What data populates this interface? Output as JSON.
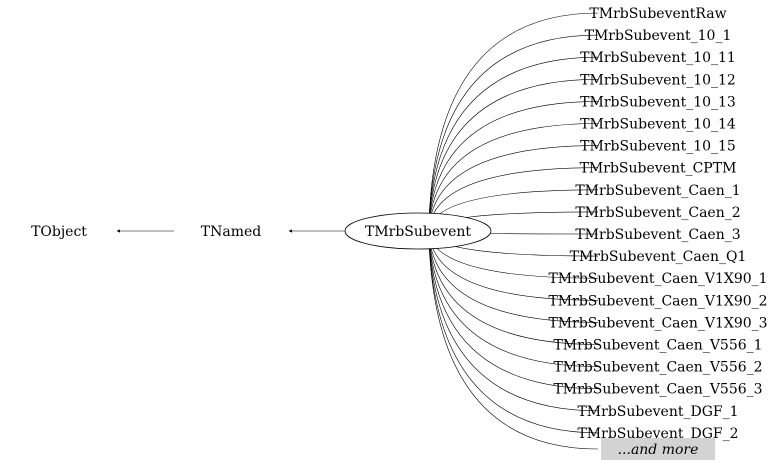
{
  "diagram": {
    "chain": [
      {
        "label": "TObject"
      },
      {
        "label": "TNamed"
      },
      {
        "label": "TMrbSubevent",
        "shape": "ellipse"
      }
    ],
    "children": [
      "TMrbSubeventRaw",
      "TMrbSubevent_10_1",
      "TMrbSubevent_10_11",
      "TMrbSubevent_10_12",
      "TMrbSubevent_10_13",
      "TMrbSubevent_10_14",
      "TMrbSubevent_10_15",
      "TMrbSubevent_CPTM",
      "TMrbSubevent_Caen_1",
      "TMrbSubevent_Caen_2",
      "TMrbSubevent_Caen_3",
      "TMrbSubevent_Caen_Q1",
      "TMrbSubevent_Caen_V1X90_1",
      "TMrbSubevent_Caen_V1X90_2",
      "TMrbSubevent_Caen_V1X90_3",
      "TMrbSubevent_Caen_V556_1",
      "TMrbSubevent_Caen_V556_2",
      "TMrbSubevent_Caen_V556_3",
      "TMrbSubevent_DGF_1",
      "TMrbSubevent_DGF_2"
    ],
    "more_label": "...and more",
    "colors": {
      "line": "#000000",
      "more_box": "#d3d3d3",
      "background": "#ffffff"
    }
  }
}
